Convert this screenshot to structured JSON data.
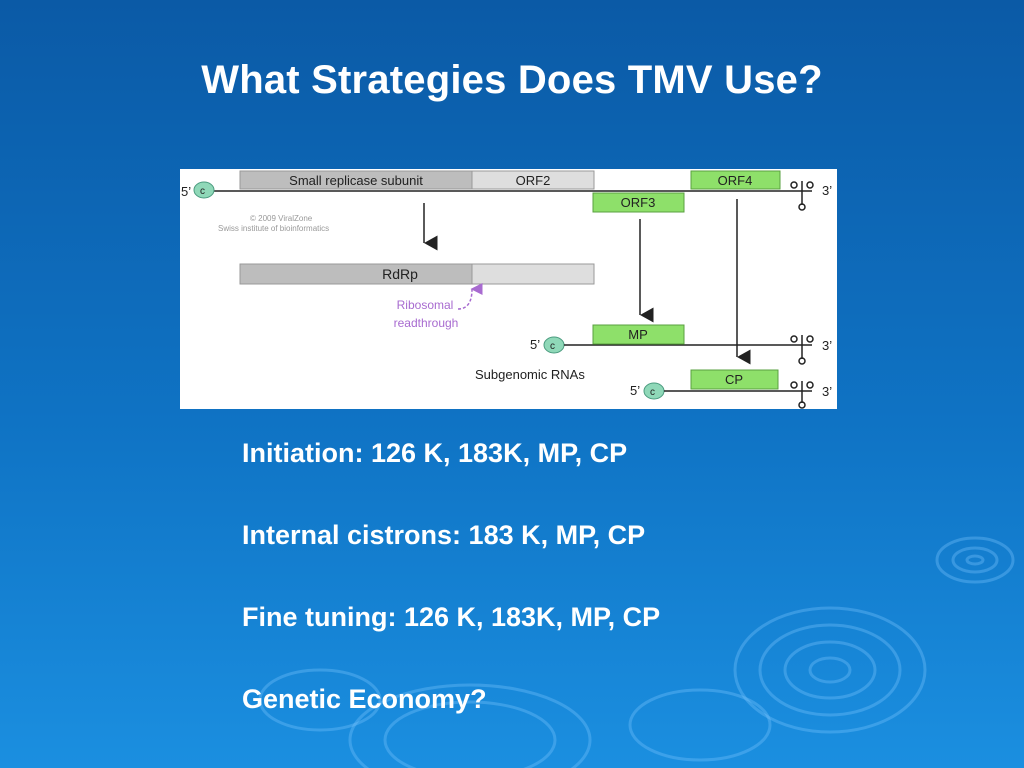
{
  "slide": {
    "title": "What Strategies Does TMV Use?"
  },
  "diagram": {
    "five_prime": "5’",
    "three_prime": "3’",
    "cap": "c",
    "small_replicase": "Small replicase subunit",
    "orf2": "ORF2",
    "orf3": "ORF3",
    "orf4": "ORF4",
    "rdrp": "RdRp",
    "ribosomal": "Ribosomal",
    "readthrough": "readthrough",
    "mp": "MP",
    "cp": "CP",
    "subgenomic": "Subgenomic RNAs",
    "copyright_line1": "© 2009 ViralZone",
    "copyright_line2": "Swiss institute of bioinformatics",
    "colors": {
      "gray_box": "#bdbdbd",
      "light_gray_box": "#dedede",
      "green_box": "#8ee06a",
      "cap_fill": "#8fd8b8",
      "arrow_purple": "#a86bd0"
    }
  },
  "bullets": [
    "Initiation: 126 K, 183K, MP, CP",
    "Internal cistrons: 183 K, MP, CP",
    "Fine tuning: 126 K, 183K, MP, CP",
    "Genetic Economy?"
  ]
}
